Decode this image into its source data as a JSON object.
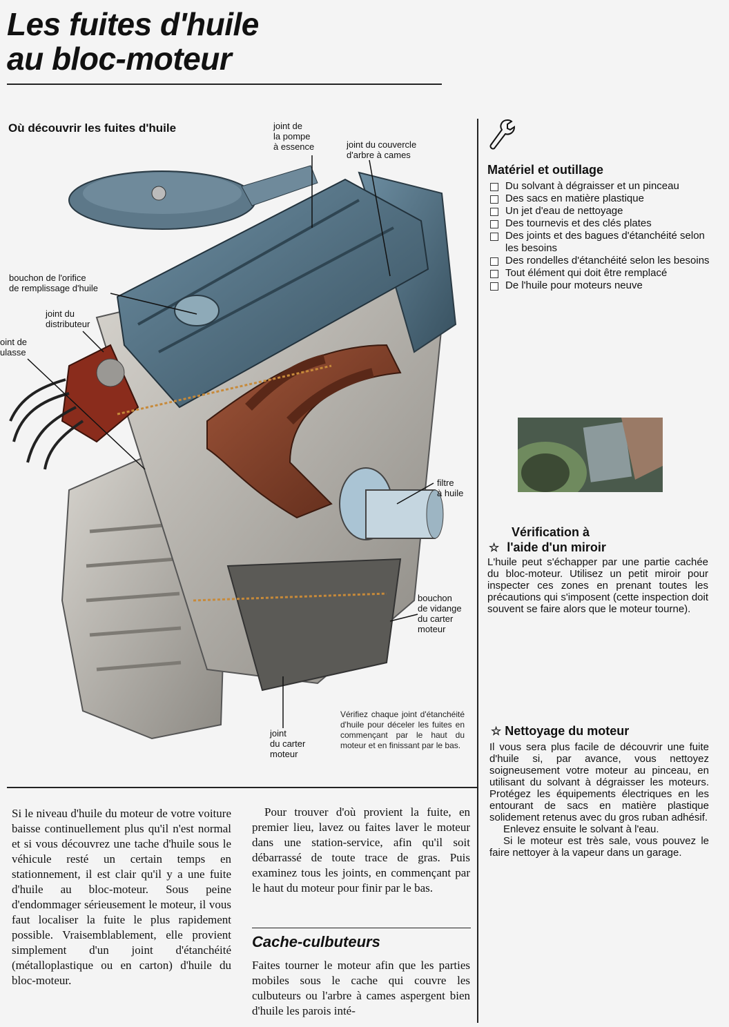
{
  "page": {
    "title_line1": "Les fuites d'huile",
    "title_line2": "au bloc-moteur"
  },
  "diagram": {
    "heading": "Où découvrir les fuites d'huile",
    "labels": {
      "fuel_pump": "joint de\nla pompe\nà essence",
      "cam_cover": "joint du couvercle\nd'arbre à cames",
      "oil_cap": "bouchon de l'orifice\nde remplissage d'huile",
      "distributor": "joint du\ndistributeur",
      "head": "oint de\nulasse",
      "oil_filter": "filtre\nà huile",
      "drain_plug": "bouchon\nde vidange\ndu carter\nmoteur",
      "sump": "joint\ndu carter\nmoteur"
    },
    "caption": "Vérifiez chaque joint d'étanchéité d'huile pour déceler les fuites en commençant par le haut du moteur et en finissant par le bas."
  },
  "sidebar": {
    "tools_heading": "Matériel et outillage",
    "tools": [
      "Du solvant à dégraisser et un pinceau",
      "Des sacs en matière plastique",
      "Un jet d'eau de nettoyage",
      "Des tournevis et des clés plates",
      "Des joints et des bagues d'étanchéité selon les besoins",
      "Des rondelles d'étanchéité selon les besoins",
      "Tout élément qui doit être remplacé",
      "De l'huile pour moteurs neuve"
    ],
    "mirror_heading_1": "Vérification à",
    "mirror_heading_2": "l'aide d'un miroir",
    "mirror_text": "L'huile peut s'échapper par une partie cachée du bloc-moteur. Utilisez un petit miroir pour inspecter ces zones en prenant toutes les précautions qui s'imposent (cette inspection doit souvent se faire alors que le moteur tourne).",
    "clean_heading": "Nettoyage du moteur",
    "clean_text_1": "Il vous sera plus facile de découvrir une fuite d'huile si, par avance, vous nettoyez soigneusement votre moteur au pinceau, en utilisant du solvant à dégraisser les moteurs. Protégez les équipements électriques en les entourant de sacs en matière plastique solidement retenus avec du gros ruban adhésif.",
    "clean_text_2": "Enlevez ensuite le solvant à l'eau.",
    "clean_text_3": "Si le moteur est très sale, vous pouvez le faire nettoyer à la vapeur dans un garage."
  },
  "body": {
    "col1": "Si le niveau d'huile du moteur de votre voiture baisse continuellement plus qu'il n'est normal et si vous découvrez une tache d'huile sous le véhicule resté un certain temps en stationnement, il est clair qu'il y a une fuite d'huile au bloc-moteur. Sous peine d'endommager sérieusement le moteur, il vous faut localiser la fuite le plus rapidement possible. Vraisemblablement, elle provient simplement d'un joint d'étanchéité (métalloplastique ou en carton) d'huile du bloc-moteur.",
    "col2_p1": "Pour trouver d'où provient la fuite, en premier lieu, lavez ou faites laver le moteur dans une station-service, afin qu'il soit débarrassé de toute trace de gras. Puis examinez tous les joints, en commençant par le haut du moteur pour finir par le bas.",
    "cache_heading": "Cache-culbuteurs",
    "col2_p2": "Faites tourner le moteur afin que les parties mobiles sous le cache qui couvre les culbuteurs ou l'arbre à cames aspergent bien d'huile les parois inté-"
  },
  "icons": {
    "wrench": "wrench-icon",
    "star": "☆"
  },
  "colors": {
    "engine_blue": "#4d6b7e",
    "manifold": "#7a3a24",
    "block": "#b9b6ae",
    "distributor": "#8a2c1c"
  }
}
